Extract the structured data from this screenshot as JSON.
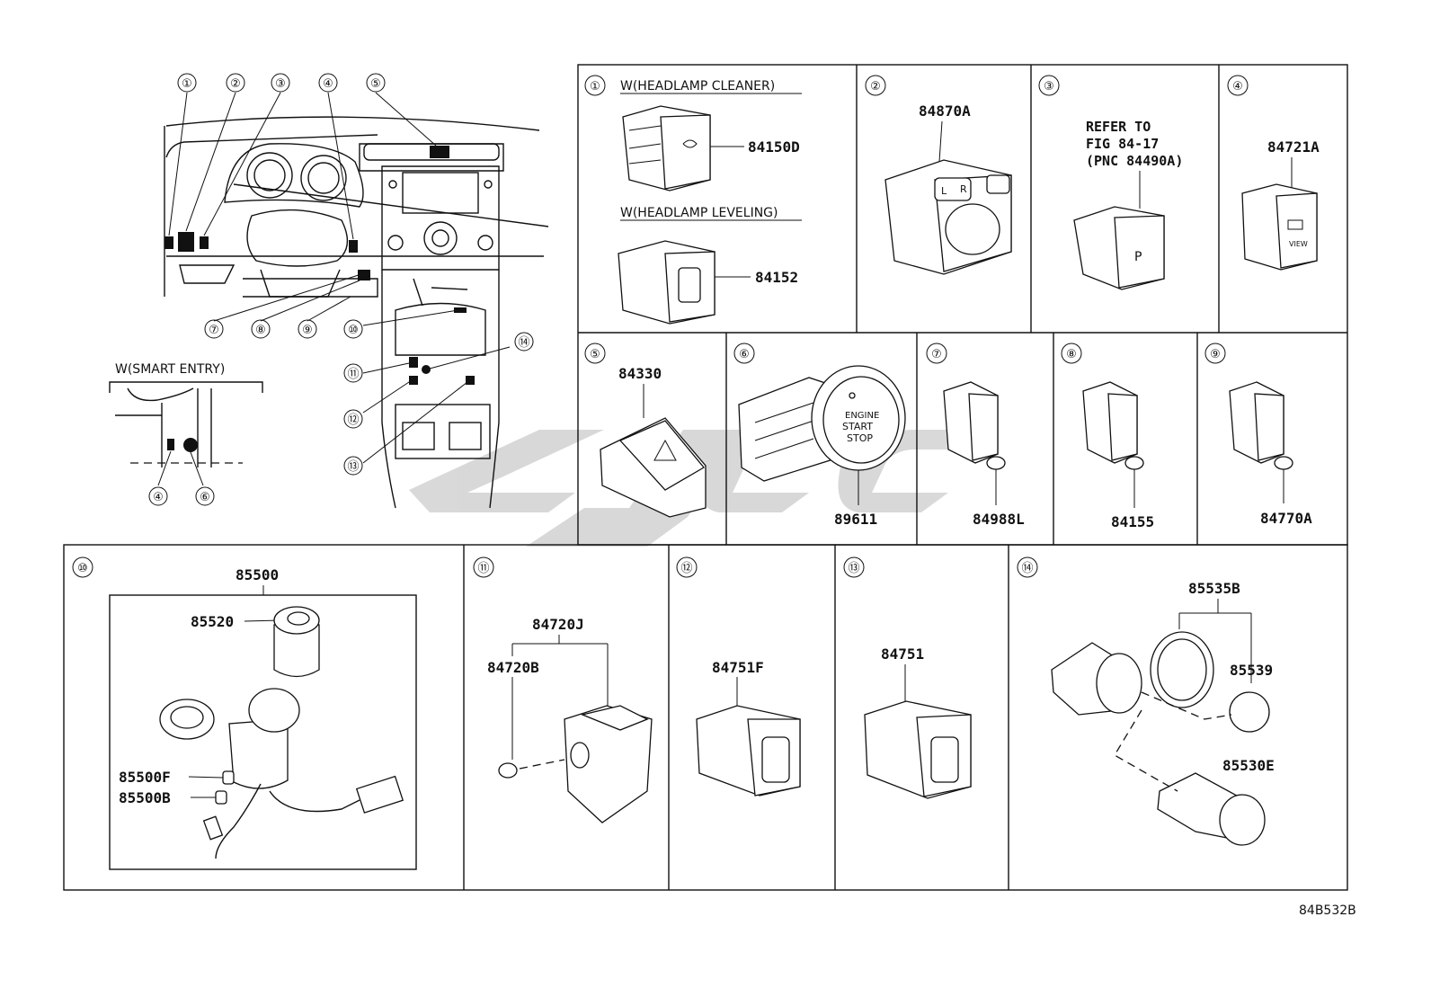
{
  "layout": {
    "callouts": [
      {
        "n": "1",
        "label": "①"
      },
      {
        "n": "2",
        "label": "②"
      },
      {
        "n": "3",
        "label": "③"
      },
      {
        "n": "4",
        "label": "④"
      },
      {
        "n": "5",
        "label": "⑤"
      },
      {
        "n": "7",
        "label": "⑦"
      },
      {
        "n": "8",
        "label": "⑧"
      },
      {
        "n": "9",
        "label": "⑨"
      },
      {
        "n": "10",
        "label": "⑩"
      },
      {
        "n": "11",
        "label": "⑪"
      },
      {
        "n": "12",
        "label": "⑫"
      },
      {
        "n": "13",
        "label": "⑬"
      },
      {
        "n": "14",
        "label": "⑭"
      }
    ],
    "smart_entry": {
      "label": "W(SMART ENTRY)",
      "callouts": [
        "④",
        "⑥"
      ]
    }
  },
  "panels": [
    {
      "id": "1",
      "num": "①",
      "notes": [
        "W(HEADLAMP CLEANER)",
        "W(HEADLAMP LEVELING)"
      ],
      "parts": [
        "84150D",
        "84152"
      ]
    },
    {
      "id": "2",
      "num": "②",
      "parts": [
        "84870A"
      ]
    },
    {
      "id": "3",
      "num": "③",
      "refer": [
        "REFER TO",
        "FIG 84-17",
        "(PNC 84490A)"
      ]
    },
    {
      "id": "4",
      "num": "④",
      "parts": [
        "84721A"
      ]
    },
    {
      "id": "5",
      "num": "⑤",
      "parts": [
        "84330"
      ]
    },
    {
      "id": "6",
      "num": "⑥",
      "parts": [
        "89611"
      ],
      "button_text": [
        "ENGINE",
        "START",
        "STOP"
      ]
    },
    {
      "id": "7",
      "num": "⑦",
      "parts": [
        "84988L"
      ]
    },
    {
      "id": "8",
      "num": "⑧",
      "parts": [
        "84155"
      ]
    },
    {
      "id": "9",
      "num": "⑨",
      "parts": [
        "84770A"
      ]
    },
    {
      "id": "10",
      "num": "⑩",
      "parts": [
        "85500",
        "85520",
        "85500F",
        "85500B"
      ]
    },
    {
      "id": "11",
      "num": "⑪",
      "parts": [
        "84720J",
        "84720B"
      ]
    },
    {
      "id": "12",
      "num": "⑫",
      "parts": [
        "84751F"
      ]
    },
    {
      "id": "13",
      "num": "⑬",
      "parts": [
        "84751"
      ]
    },
    {
      "id": "14",
      "num": "⑭",
      "parts": [
        "85535B",
        "85539",
        "85530E"
      ]
    }
  ],
  "view_label": "VIEW",
  "park_label": "P",
  "mirror_labels": [
    "L",
    "R"
  ],
  "figure_code": "84B532B",
  "watermark": "CPSC"
}
